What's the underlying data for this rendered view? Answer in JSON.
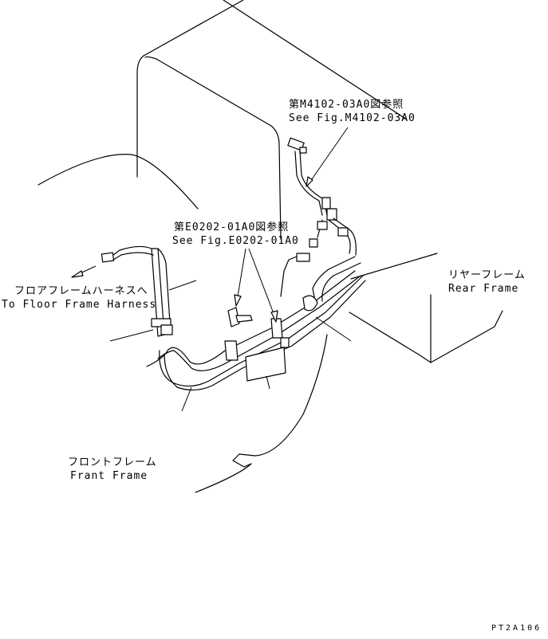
{
  "labels": {
    "ref_m4102_jp": "第M4102-03A0図参照",
    "ref_m4102_en": "See Fig.M4102-03A0",
    "ref_e0202_jp": "第E0202-01A0図参照",
    "ref_e0202_en": "See Fig.E0202-01A0",
    "floor_harness_jp": "フロアフレームハーネスへ",
    "floor_harness_en": "To Floor Frame Harness",
    "rear_frame_jp": "リヤーフレーム",
    "rear_frame_en": "Rear Frame",
    "front_frame_jp": "フロントフレーム",
    "front_frame_en": "Frant Frame",
    "drawing_code": "PT2A106"
  },
  "colors": {
    "line": "#000000",
    "background": "#ffffff"
  }
}
